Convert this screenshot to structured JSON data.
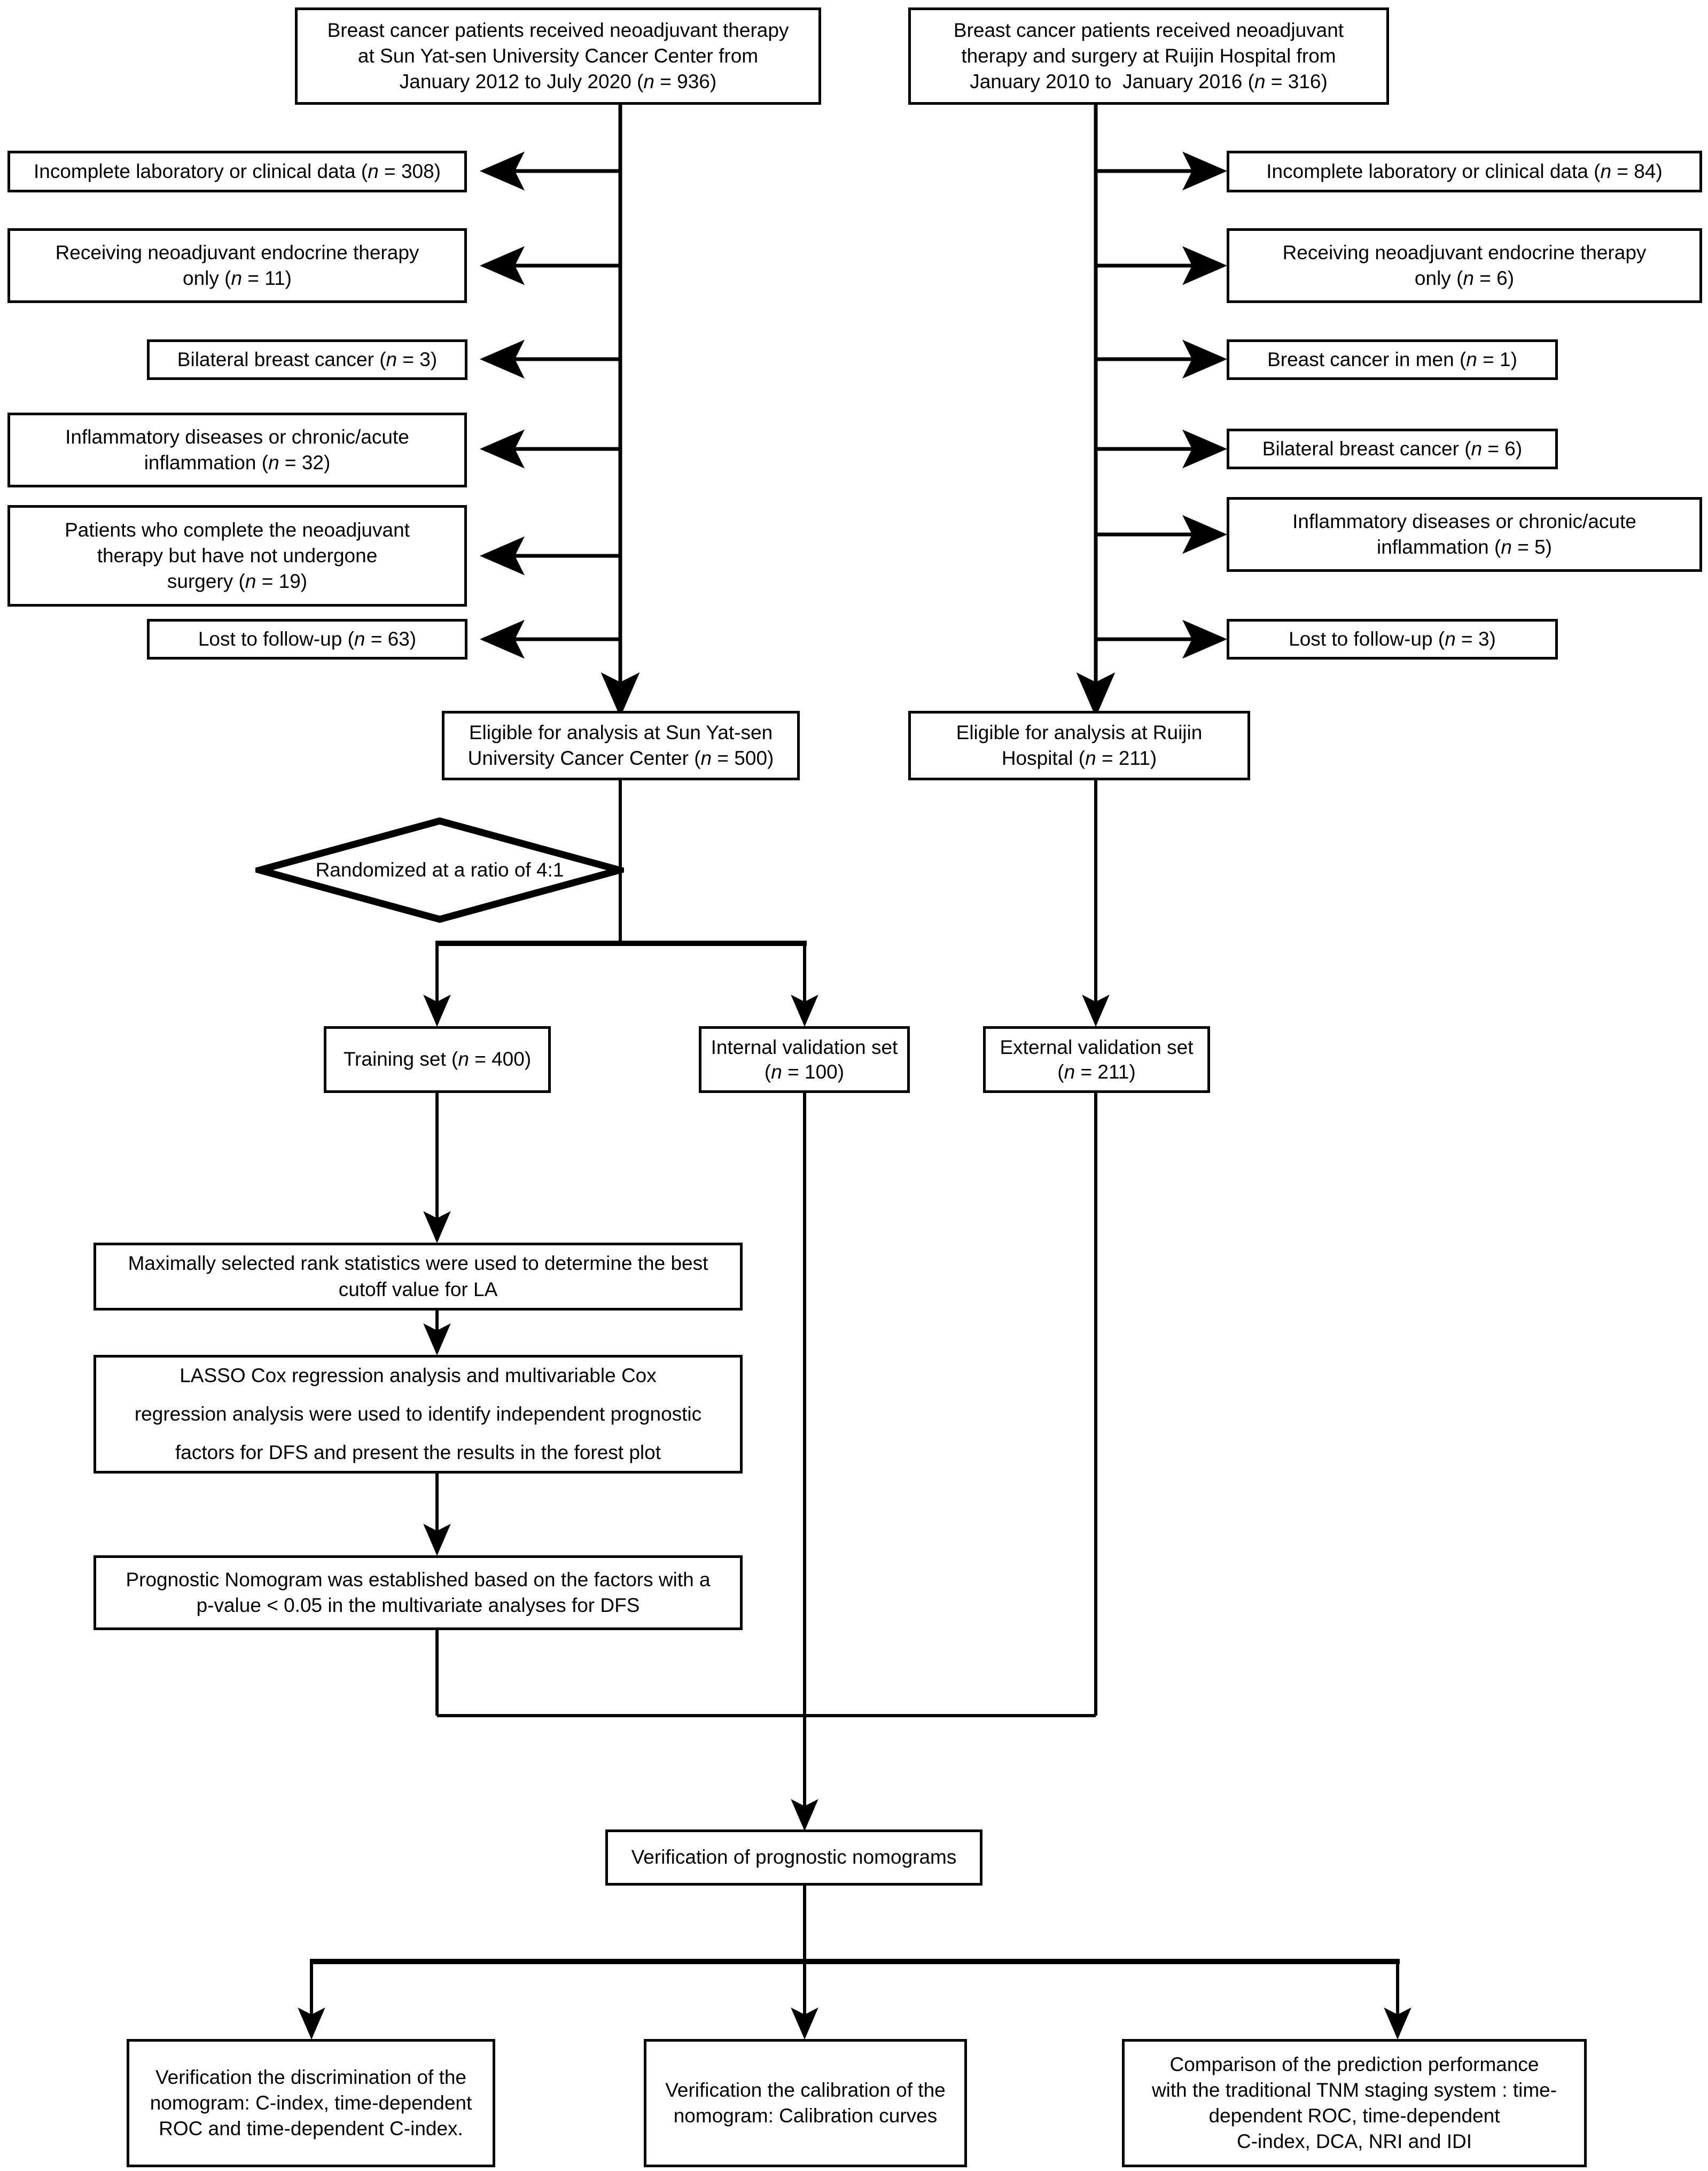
{
  "diagram": {
    "type": "flowchart",
    "title": "Study flow diagram of patient selection, nomogram development and validation",
    "orientation": "top-to-bottom",
    "colors": {
      "line": "#000000",
      "box_border": "#000000",
      "box_fill": "#ffffff",
      "text": "#000000"
    }
  },
  "sources": {
    "left": {
      "label": "Breast cancer patients received neoadjuvant therapy at Sun Yat-sen University Cancer Center from January 2012 to July 2020 (n = 936)",
      "lines": [
        "Breast cancer patients received neoadjuvant therapy",
        "at Sun Yat-sen University Cancer Center from",
        "January 2012 to July 2020 (n = 936)"
      ],
      "n": 936
    },
    "right": {
      "label": "Breast cancer patients received neoadjuvant therapy and surgery at Ruijin Hospital from January 2010 to  January 2016 (n = 316)",
      "lines": [
        "Breast cancer patients received neoadjuvant",
        "therapy and surgery at Ruijin Hospital from",
        "January 2010 to  January 2016 (n = 316)"
      ],
      "n": 316
    }
  },
  "exclusions_left": [
    {
      "lines": [
        "Incomplete laboratory or clinical data (n = 308)"
      ],
      "n": 308
    },
    {
      "lines": [
        "Receiving neoadjuvant endocrine therapy",
        "only (n = 11)"
      ],
      "n": 11
    },
    {
      "lines": [
        "Bilateral breast cancer (n = 3)"
      ],
      "n": 3
    },
    {
      "lines": [
        "Inflammatory diseases or chronic/acute",
        "inflammation (n = 32)"
      ],
      "n": 32
    },
    {
      "lines": [
        "Patients who complete the neoadjuvant",
        "therapy but have not undergone",
        "surgery (n = 19)"
      ],
      "n": 19
    },
    {
      "lines": [
        "Lost to follow-up (n = 63)"
      ],
      "n": 63
    }
  ],
  "exclusions_right": [
    {
      "lines": [
        "Incomplete laboratory or clinical data (n = 84)"
      ],
      "n": 84
    },
    {
      "lines": [
        "Receiving neoadjuvant endocrine therapy",
        "only (n = 6)"
      ],
      "n": 6
    },
    {
      "lines": [
        "Breast cancer in men (n = 1)"
      ],
      "n": 1
    },
    {
      "lines": [
        "Bilateral breast cancer (n = 6)"
      ],
      "n": 6
    },
    {
      "lines": [
        "Inflammatory diseases or chronic/acute",
        "inflammation (n = 5)"
      ],
      "n": 5
    },
    {
      "lines": [
        "Lost to follow-up (n = 3)"
      ],
      "n": 3
    }
  ],
  "eligible": {
    "left": {
      "lines": [
        "Eligible for analysis at Sun Yat-sen",
        "University Cancer Center (n = 500)"
      ],
      "n": 500
    },
    "right": {
      "lines": [
        "Eligible for analysis at Ruijin",
        "Hospital (n = 211)"
      ],
      "n": 211
    }
  },
  "randomization": {
    "label": "Randomized at a ratio of 4:1",
    "ratio": "4:1"
  },
  "datasets": [
    {
      "lines": [
        "Training set (n = 400)"
      ],
      "n": 400
    },
    {
      "lines": [
        "Internal validation set",
        "(n = 100)"
      ],
      "n": 100
    },
    {
      "lines": [
        "External validation set",
        "(n = 211)"
      ],
      "n": 211
    }
  ],
  "analysis_steps": [
    {
      "lines": [
        "Maximally selected rank statistics were used to determine the best",
        "cutoff value for LA"
      ]
    },
    {
      "lines": [
        "LASSO Cox regression analysis and multivariable Cox",
        "regression analysis  were used to identify independent prognostic",
        "factors for DFS and present the results in the forest plot"
      ]
    },
    {
      "lines": [
        "Prognostic Nomogram was established based on the factors with a",
        "p-value < 0.05 in the multivariate analyses for DFS"
      ]
    }
  ],
  "verification": {
    "lines": [
      "Verification of prognostic nomograms"
    ]
  },
  "outputs": [
    {
      "lines": [
        "Verification the discrimination of the",
        "nomogram: C-index, time-dependent",
        "ROC and time-dependent C-index."
      ]
    },
    {
      "lines": [
        "Verification the calibration of the",
        "nomogram: Calibration curves"
      ]
    },
    {
      "lines": [
        "Comparison of the prediction performance",
        "with the traditional TNM staging system : time-",
        "dependent ROC, time-dependent",
        "C-index, DCA, NRI and IDI"
      ]
    }
  ]
}
